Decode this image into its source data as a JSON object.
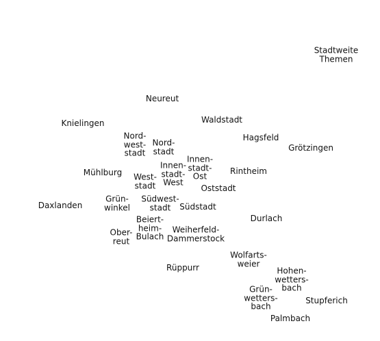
{
  "map": {
    "districts": [
      {
        "id": "stadtweite-themen",
        "lines": [
          "Stadtweite",
          "Themen"
        ]
      },
      {
        "id": "neureut",
        "lines": [
          "Neureut"
        ]
      },
      {
        "id": "waldstadt",
        "lines": [
          "Waldstadt"
        ]
      },
      {
        "id": "knielingen",
        "lines": [
          "Knielingen"
        ]
      },
      {
        "id": "hagsfeld",
        "lines": [
          "Hagsfeld"
        ]
      },
      {
        "id": "nordweststadt",
        "lines": [
          "Nord-",
          "west-",
          "stadt"
        ]
      },
      {
        "id": "nordstadt",
        "lines": [
          "Nord-",
          "stadt"
        ]
      },
      {
        "id": "groetzingen",
        "lines": [
          "Grötzingen"
        ]
      },
      {
        "id": "innenstadt-ost",
        "lines": [
          "Innen-",
          "stadt-",
          "Ost"
        ]
      },
      {
        "id": "innenstadt-west",
        "lines": [
          "Innen-",
          "stadt-",
          "West"
        ]
      },
      {
        "id": "muehlburg",
        "lines": [
          "Mühlburg"
        ]
      },
      {
        "id": "rintheim",
        "lines": [
          "Rintheim"
        ]
      },
      {
        "id": "weststadt",
        "lines": [
          "West-",
          "stadt"
        ]
      },
      {
        "id": "oststadt",
        "lines": [
          "Oststadt"
        ]
      },
      {
        "id": "daxlanden",
        "lines": [
          "Daxlanden"
        ]
      },
      {
        "id": "gruenwinkel",
        "lines": [
          "Grün-",
          "winkel"
        ]
      },
      {
        "id": "suedweststadt",
        "lines": [
          "Südwest-",
          "stadt"
        ]
      },
      {
        "id": "suedstadt",
        "lines": [
          "Südstadt"
        ]
      },
      {
        "id": "durlach",
        "lines": [
          "Durlach"
        ]
      },
      {
        "id": "beiertheim-bulach",
        "lines": [
          "Beiert-",
          "heim-",
          "Bulach"
        ]
      },
      {
        "id": "oberreut",
        "lines": [
          "Ober-",
          "reut"
        ]
      },
      {
        "id": "weiherfeld-dammerstock",
        "lines": [
          "Weiherfeld-",
          "Dammerstock"
        ]
      },
      {
        "id": "wolfartsweier",
        "lines": [
          "Wolfarts-",
          "weier"
        ]
      },
      {
        "id": "rueppurr",
        "lines": [
          "Rüppurr"
        ]
      },
      {
        "id": "hohenwettersbach",
        "lines": [
          "Hohen-",
          "wetters-",
          "bach"
        ]
      },
      {
        "id": "gruenwettersbach",
        "lines": [
          "Grün-",
          "wetters-",
          "bach"
        ]
      },
      {
        "id": "stupferich",
        "lines": [
          "Stupferich"
        ]
      },
      {
        "id": "palmbach",
        "lines": [
          "Palmbach"
        ]
      }
    ]
  }
}
